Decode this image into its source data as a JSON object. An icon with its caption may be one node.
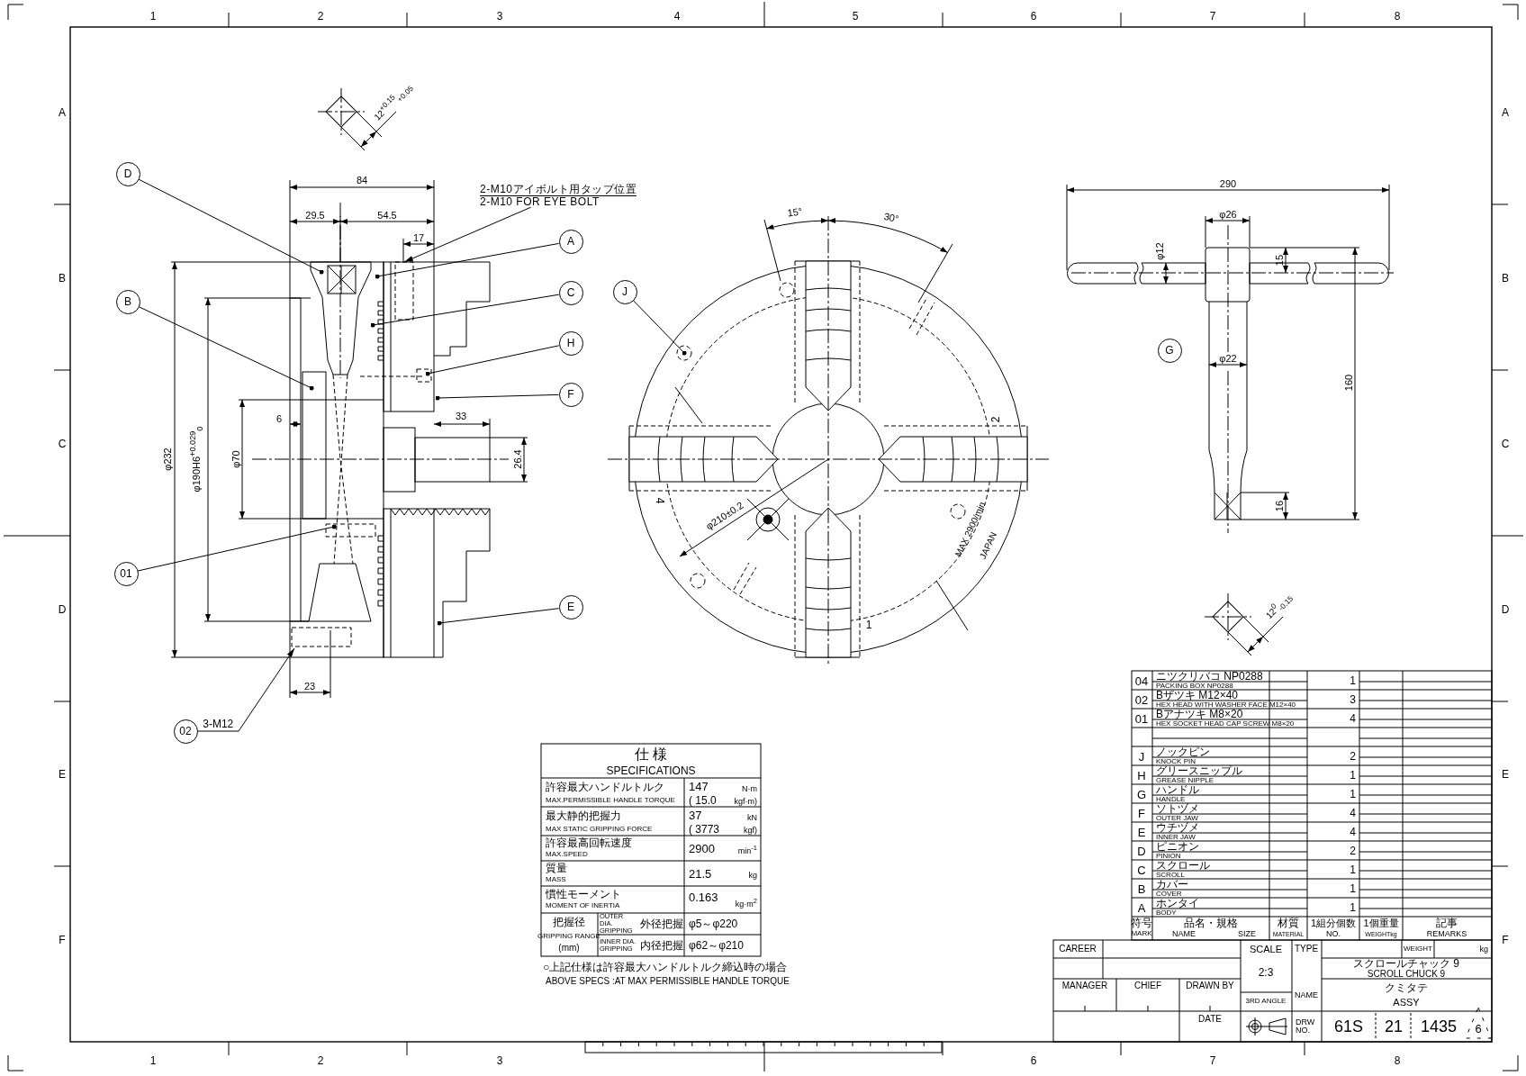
{
  "diagram": {
    "nodes": [
      {
        "text": [
          "D"
        ]
      },
      {
        "text": [
          "2-M10アイボルト用タップ位置",
          "2-M10 FOR EYE BOLT"
        ]
      },
      {
        "text": [
          "A"
        ]
      },
      {
        "text": [
          "J"
        ]
      },
      {
        "text": [
          "B"
        ]
      },
      {
        "text": [
          "C"
        ]
      },
      {
        "text": [
          "G"
        ]
      },
      {
        "text": [
          "H"
        ]
      },
      {
        "text": [
          "F"
        ]
      },
      {
        "text": [
          "01"
        ]
      },
      {
        "text": [
          "E"
        ]
      },
      {
        "text": [
          "02"
        ]
      },
      {
        "text": [],
        "shape": "picture"
      },
      {
        "text": [],
        "shape": "picture"
      }
    ],
    "edges": [
      {
        "from": 0,
        "to": 12,
        "arrow": "other"
      },
      {
        "from": 1,
        "to": 12,
        "arrow": "to"
      },
      {
        "from": 2,
        "to": 12,
        "arrow": "other"
      },
      {
        "from": 3,
        "to": 13,
        "arrow": "other"
      },
      {
        "from": 4,
        "to": 12,
        "arrow": "other"
      },
      {
        "from": 5,
        "to": 12,
        "arrow": "other"
      },
      {
        "from": 7,
        "to": 12,
        "arrow": "other"
      },
      {
        "from": 8,
        "to": 12,
        "arrow": "other"
      },
      {
        "from": 9,
        "to": 12,
        "arrow": "other"
      },
      {
        "from": 10,
        "to": 12,
        "arrow": "other"
      },
      {
        "from": 11,
        "to": 12,
        "arrow": "to",
        "label": "3-M12"
      }
    ],
    "labels": [
      "1",
      "2",
      "3",
      "4",
      "5",
      "6",
      "7",
      "8",
      "A",
      "B",
      "C",
      "D",
      "E",
      "F",
      "A",
      "B",
      "C",
      "D",
      "E",
      "F",
      "1",
      "2",
      "3",
      "6",
      "7",
      "8",
      "12$^{+0.15}$$_{+0.05}$",
      "84",
      "29.5",
      "54.5",
      "17",
      "φ232",
      "φ190H6$^{+0.029}$$_{0}$",
      "φ70",
      "6",
      "33",
      "26.4",
      "23",
      "15°",
      "30°",
      "φ210±0.2",
      "2",
      "4",
      "1",
      "MAX 2900/min",
      "JAPAN",
      "290",
      "φ26",
      "φ12",
      "15",
      "φ22",
      "160",
      "16",
      "12$^{0}$$_{-0.15}$",
      "仕 様",
      "SPECIFICATIONS",
      "許容最大ハンドルトルク",
      "MAX.PERMISSIBLE HANDLE TORQUE",
      "147",
      "N·m",
      "( 15.0",
      "kgf·m)",
      "最大静的把握力",
      "MAX STATIC GRIPPING FORCE",
      "37",
      "kN",
      "( 3773",
      "kgf)",
      "許容最高回転速度",
      "MAX.SPEED",
      "2900",
      "min$^{-1}$",
      "質量",
      "MASS",
      "21.5",
      "kg",
      "慣性モーメント",
      "MOMENT OF INERTIA",
      "0.163",
      "kg·m$^{2}$",
      "把握径",
      "GRIPPING RANGE",
      "(mm)",
      "OUTER DIA. GRIPPING",
      "外径把握",
      "φ5～φ220",
      "INNER DIA. GRIPPING",
      "内径把握",
      "φ62～φ210",
      "○上記仕様は許容最大ハンドルトルク締込時の場合",
      "ABOVE SPECS :AT MAX PERMISSIBLE HANDLE TORQUE",
      "04",
      "ニツクリバコ NP0288",
      "PACKING BOX NP0288",
      "1",
      "02",
      "Bザツキ M12×40",
      "HEX HEAD WITH WASHER FACE M12×40",
      "3",
      "01",
      "Bアナツキ M8×20",
      "HEX SOCKET HEAD CAP SCREW M8×20",
      "4",
      "J",
      "ノックピン",
      "KNOCK PIN",
      "2",
      "H",
      "グリースニップル",
      "GREASE NIPPLE",
      "1",
      "G",
      "ハンドル",
      "HANDLE",
      "1",
      "F",
      "ソトヅメ",
      "OUTER JAW",
      "4",
      "E",
      "ウチヅメ",
      "INNER JAW",
      "4",
      "D",
      "ピニオン",
      "PINION",
      "2",
      "C",
      "スクロール",
      "SCROLL",
      "1",
      "B",
      "カバー",
      "COVER",
      "1",
      "A",
      "ホンタイ",
      "BODY",
      "1",
      "符号",
      "MARK",
      "品名・規格",
      "NAME",
      "SIZE",
      "材質",
      "MATERIAL",
      "1組分個数",
      "NO.",
      "1個重量",
      "WEIGHTkg",
      "記事",
      "REMARKS",
      "CAREER",
      "SCALE",
      "2:3",
      "TYPE",
      "WEIGHT",
      "kg",
      "スクロールチャック 9",
      "SCROLL CHUCK 9",
      "MANAGER",
      "CHIEF",
      "DRAWN BY",
      "3RD ANGLE",
      "NAME",
      "クミタテ",
      "ASSY",
      "DATE",
      "DRW NO.",
      "61S",
      "21",
      "1435",
      "6"
    ]
  }
}
